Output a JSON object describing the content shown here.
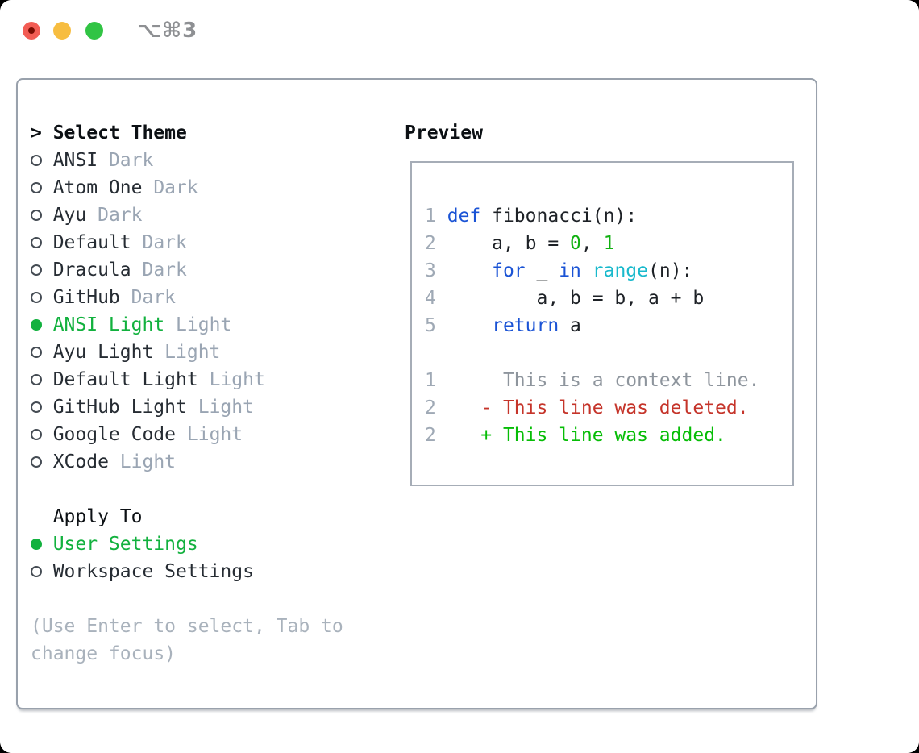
{
  "window": {
    "title": "⌥⌘3"
  },
  "theme_panel": {
    "header": {
      "prompt": ">",
      "label": "Select Theme"
    },
    "items": [
      {
        "name": "ANSI",
        "tag": "Dark",
        "selected": false
      },
      {
        "name": "Atom One",
        "tag": "Dark",
        "selected": false
      },
      {
        "name": "Ayu",
        "tag": "Dark",
        "selected": false
      },
      {
        "name": "Default",
        "tag": "Dark",
        "selected": false
      },
      {
        "name": "Dracula",
        "tag": "Dark",
        "selected": false
      },
      {
        "name": "GitHub",
        "tag": "Dark",
        "selected": false
      },
      {
        "name": "ANSI Light",
        "tag": "Light",
        "selected": true
      },
      {
        "name": "Ayu Light",
        "tag": "Light",
        "selected": false
      },
      {
        "name": "Default Light",
        "tag": "Light",
        "selected": false
      },
      {
        "name": "GitHub Light",
        "tag": "Light",
        "selected": false
      },
      {
        "name": "Google Code",
        "tag": "Light",
        "selected": false
      },
      {
        "name": "XCode",
        "tag": "Light",
        "selected": false
      }
    ],
    "apply_to": {
      "label": "Apply To",
      "options": [
        {
          "name": "User Settings",
          "selected": true
        },
        {
          "name": "Workspace Settings",
          "selected": false
        }
      ]
    },
    "help": [
      "(Use Enter to select, Tab to",
      "change focus)"
    ]
  },
  "preview": {
    "label": "Preview",
    "lines": [
      {
        "num": "1",
        "sep": " ",
        "tokens": [
          {
            "c": "kw",
            "t": "def"
          },
          {
            "c": "pl",
            "t": " fibonacci(n):"
          }
        ]
      },
      {
        "num": "2",
        "sep": " ",
        "tokens": [
          {
            "c": "pl",
            "t": "    a, b = "
          },
          {
            "c": "num",
            "t": "0"
          },
          {
            "c": "pl",
            "t": ", "
          },
          {
            "c": "num",
            "t": "1"
          }
        ]
      },
      {
        "num": "3",
        "sep": " ",
        "tokens": [
          {
            "c": "pl",
            "t": "    "
          },
          {
            "c": "kw",
            "t": "for"
          },
          {
            "c": "pl",
            "t": " _ "
          },
          {
            "c": "kw",
            "t": "in"
          },
          {
            "c": "pl",
            "t": " "
          },
          {
            "c": "fn",
            "t": "range"
          },
          {
            "c": "pl",
            "t": "(n):"
          }
        ]
      },
      {
        "num": "4",
        "sep": " ",
        "tokens": [
          {
            "c": "pl",
            "t": "        a, b = b, a + b"
          }
        ]
      },
      {
        "num": "5",
        "sep": " ",
        "tokens": [
          {
            "c": "pl",
            "t": "    "
          },
          {
            "c": "kw",
            "t": "return"
          },
          {
            "c": "pl",
            "t": " a"
          }
        ]
      },
      {
        "num": "",
        "sep": "",
        "tokens": []
      },
      {
        "num": "1",
        "sep": "    ",
        "tokens": [
          {
            "c": "ctx",
            "t": "  This is a context line."
          }
        ]
      },
      {
        "num": "2",
        "sep": "    ",
        "tokens": [
          {
            "c": "del",
            "t": "- This line was deleted."
          }
        ]
      },
      {
        "num": "2",
        "sep": "    ",
        "tokens": [
          {
            "c": "add",
            "t": "+ This line was added."
          }
        ]
      }
    ]
  },
  "colors": {
    "accent_green": "#12b13e",
    "item_text": "#262c33",
    "header_text": "#0c1014",
    "tag_gray": "#9aa5b3",
    "circle_stroke": "#454c54",
    "help_gray": "#a9b2bc",
    "panel_border": "#99a1ac",
    "preview_border": "#a6adb7",
    "ln_gray": "#9fa9b5",
    "kw_blue": "#1a53d5",
    "fn_cyan": "#19b9cc",
    "num_green": "#12b112",
    "ctx_gray": "#8e959d",
    "del_red": "#c5342a",
    "add_green": "#06bd06",
    "code_text": "#1d2126",
    "title_gray": "#8e9093",
    "light_red": "#f25c54",
    "light_red_dot": "#7a0c02",
    "light_yellow": "#f7bd40",
    "light_green": "#31c444"
  }
}
